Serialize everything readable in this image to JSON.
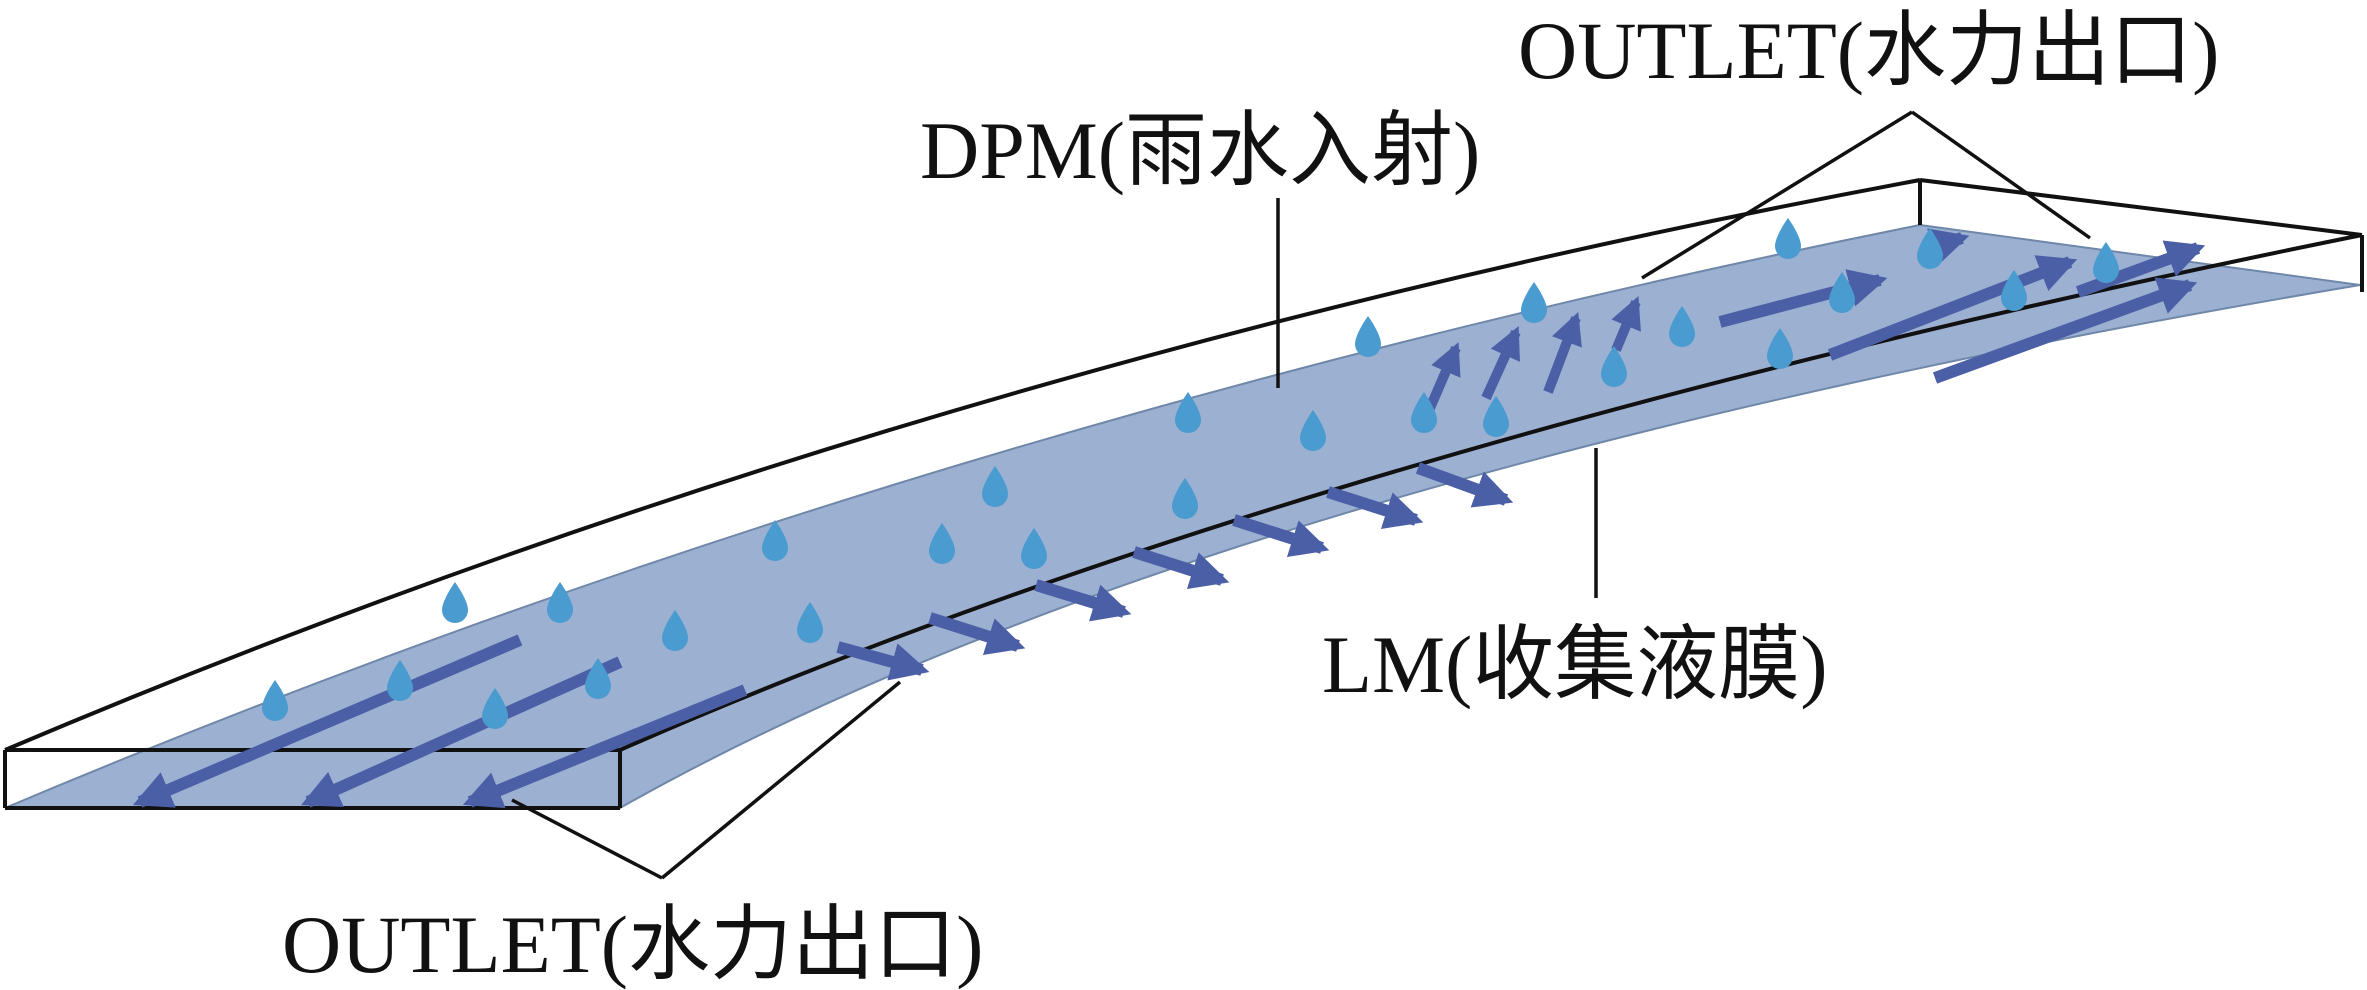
{
  "labels": {
    "outlet_top": "OUTLET(水力出口)",
    "dpm": "DPM(雨水入射)",
    "lm": "LM(收集液膜)",
    "outlet_bottom": "OUTLET(水力出口)"
  },
  "colors": {
    "film_fill": "#9cb0d2",
    "film_edge": "#6f87a8",
    "droplet": "#4a9bd0",
    "flow_arrow": "#4b5fa6",
    "outline": "#111111",
    "background": "#ffffff"
  },
  "icons": {
    "droplet": "raindrop-icon",
    "arrow": "flow-arrow-icon"
  }
}
